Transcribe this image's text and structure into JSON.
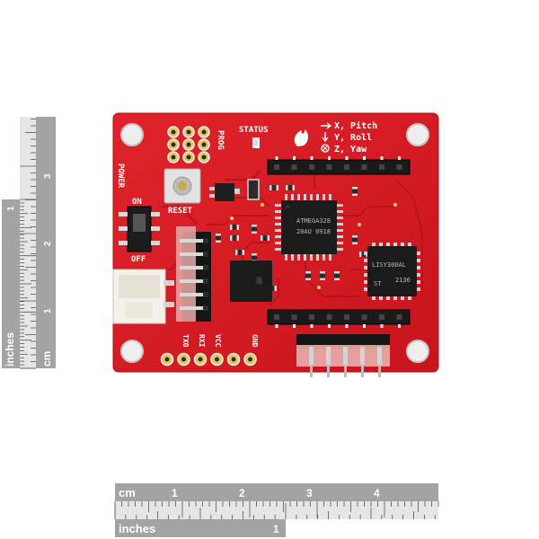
{
  "board": {
    "labels": {
      "status": "STATUS",
      "prog": "PROG",
      "power": "POWER",
      "on": "ON",
      "off": "OFF",
      "reset": "RESET",
      "txo": "TXO",
      "rxi": "RXI",
      "vcc": "VCC",
      "gnd": "GND",
      "axis_x": "X, Pitch",
      "axis_y": "Y, Roll",
      "axis_z": "Z, Yaw"
    },
    "chips": {
      "mcu_line1": "ATMEGA328",
      "mcu_line2": "20AU 0918",
      "gyro_line1": "LISY300AL",
      "gyro_line2": "2136",
      "gyro_logo": "ST"
    }
  },
  "ruler_left": {
    "unit_inches": "inches",
    "unit_cm": "cm",
    "inch_marks": [
      "1"
    ],
    "cm_marks": [
      "1",
      "2",
      "3"
    ]
  },
  "ruler_bottom": {
    "unit_cm": "cm",
    "unit_inches": "inches",
    "cm_marks": [
      "1",
      "2",
      "3",
      "4"
    ],
    "inch_marks": [
      "1"
    ]
  }
}
